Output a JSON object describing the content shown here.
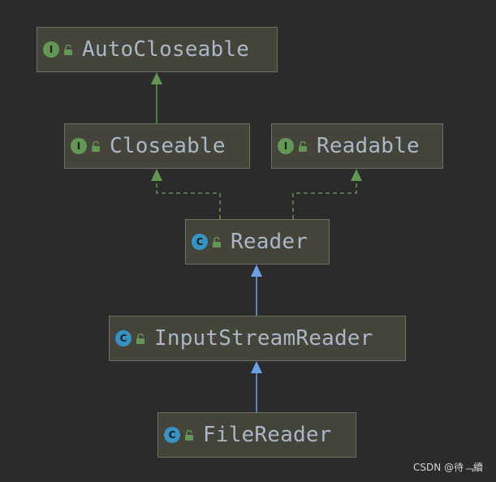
{
  "colors": {
    "background": "#2b2b2b",
    "node_fill": "#45443a",
    "node_border": "#6e6e64",
    "label": "#a9b7c6",
    "interface_badge": "#629755",
    "class_badge": "#3592c4",
    "implements_edge": "#629755",
    "extends_edge": "#6aa0e8"
  },
  "nodes": [
    {
      "id": "autocloseable",
      "label": "AutoCloseable",
      "kind": "interface",
      "badge": "I",
      "visibility_icon": "unlocked-icon"
    },
    {
      "id": "closeable",
      "label": "Closeable",
      "kind": "interface",
      "badge": "I",
      "visibility_icon": "unlocked-icon"
    },
    {
      "id": "readable",
      "label": "Readable",
      "kind": "interface",
      "badge": "I",
      "visibility_icon": "unlocked-icon"
    },
    {
      "id": "reader",
      "label": "Reader",
      "kind": "abstract class",
      "badge": "C",
      "visibility_icon": "unlocked-icon"
    },
    {
      "id": "inputstreamreader",
      "label": "InputStreamReader",
      "kind": "class",
      "badge": "C",
      "visibility_icon": "unlocked-icon"
    },
    {
      "id": "filereader",
      "label": "FileReader",
      "kind": "class",
      "badge": "C",
      "visibility_icon": "unlocked-icon"
    }
  ],
  "edges": [
    {
      "from": "closeable",
      "to": "autocloseable",
      "relation": "extends",
      "style": "solid",
      "color": "#629755"
    },
    {
      "from": "reader",
      "to": "closeable",
      "relation": "implements",
      "style": "dashed",
      "color": "#629755"
    },
    {
      "from": "reader",
      "to": "readable",
      "relation": "implements",
      "style": "dashed",
      "color": "#629755"
    },
    {
      "from": "inputstreamreader",
      "to": "reader",
      "relation": "extends",
      "style": "solid",
      "color": "#6aa0e8"
    },
    {
      "from": "filereader",
      "to": "inputstreamreader",
      "relation": "extends",
      "style": "solid",
      "color": "#6aa0e8"
    }
  ],
  "watermark": "CSDN @待﹁續"
}
